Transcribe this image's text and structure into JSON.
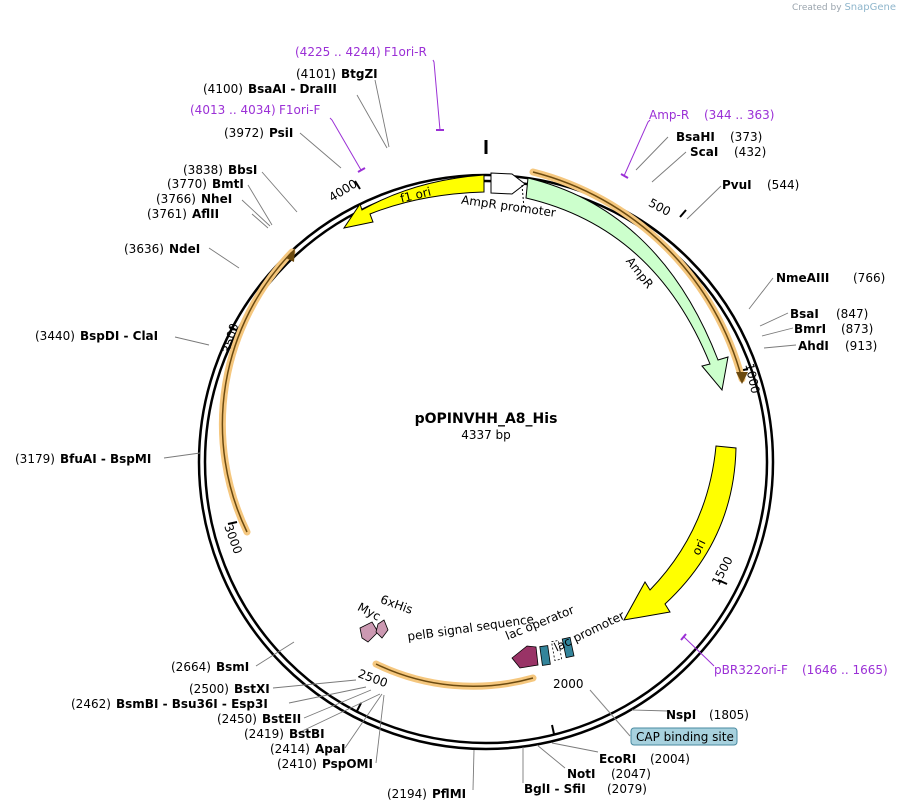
{
  "credit": {
    "prefix": "Created by",
    "brand": "SnapGene"
  },
  "plasmid": {
    "name": "pOPINVHH_A8_His",
    "size_label": "4337 bp"
  },
  "ticks": [
    "500",
    "1000",
    "1500",
    "2000",
    "2500",
    "3000",
    "3500",
    "4000"
  ],
  "enzymes": [
    {
      "name": "BtgZI",
      "pos": "(4101)"
    },
    {
      "name": "BsaAI  -  DraIII",
      "pos": "(4100)"
    },
    {
      "name": "PsiI",
      "pos": "(3972)"
    },
    {
      "name": "BbsI",
      "pos": "(3838)"
    },
    {
      "name": "BmtI",
      "pos": "(3770)"
    },
    {
      "name": "NheI",
      "pos": "(3766)"
    },
    {
      "name": "AflII",
      "pos": "(3761)"
    },
    {
      "name": "NdeI",
      "pos": "(3636)"
    },
    {
      "name": "BspDI  -  ClaI",
      "pos": "(3440)"
    },
    {
      "name": "BfuAI  -  BspMI",
      "pos": "(3179)"
    },
    {
      "name": "BsmI",
      "pos": "(2664)"
    },
    {
      "name": "BstXI",
      "pos": "(2500)"
    },
    {
      "name": "BsmBI  -  Bsu36I  -  Esp3I",
      "pos": "(2462)"
    },
    {
      "name": "BstEII",
      "pos": "(2450)"
    },
    {
      "name": "BstBI",
      "pos": "(2419)"
    },
    {
      "name": "ApaI",
      "pos": "(2414)"
    },
    {
      "name": "PspOMI",
      "pos": "(2410)"
    },
    {
      "name": "PflMI",
      "pos": "(2194)"
    },
    {
      "name": "BglI  -  SfiI",
      "pos": "(2079)"
    },
    {
      "name": "NotI",
      "pos": "(2047)"
    },
    {
      "name": "EcoRI",
      "pos": "(2004)"
    },
    {
      "name": "NspI",
      "pos": "(1805)"
    },
    {
      "name": "BsaHI",
      "pos": "(373)"
    },
    {
      "name": "ScaI",
      "pos": "(432)"
    },
    {
      "name": "PvuI",
      "pos": "(544)"
    },
    {
      "name": "NmeAIII",
      "pos": "(766)"
    },
    {
      "name": "BsaI",
      "pos": "(847)"
    },
    {
      "name": "BmrI",
      "pos": "(873)"
    },
    {
      "name": "AhdI",
      "pos": "(913)"
    }
  ],
  "primers": [
    {
      "name": "F1ori-R",
      "range": "(4225 .. 4244)"
    },
    {
      "name": "F1ori-F",
      "range": "(4013 .. 4034)"
    },
    {
      "name": "Amp-R",
      "range": "(344 .. 363)"
    },
    {
      "name": "pBR322ori-F",
      "range": "(1646 .. 1665)"
    }
  ],
  "features": {
    "f1_ori": "f1 ori",
    "ampr_promoter": "AmpR promoter",
    "ampr": "AmpR",
    "ori": "ori",
    "lac_operator": "lac operator",
    "lac_promoter": "lac promoter",
    "pelb": "pelB signal sequence",
    "myc": "Myc",
    "his": "6xHis",
    "cap_site": "CAP binding site"
  },
  "colors": {
    "backbone": "#000000",
    "f1_ori": "#ffff00",
    "ampr": "#ccffcc",
    "ori": "#ffff00",
    "orf": "#f5c77e",
    "pelb": "#993366",
    "tag": "#cc99b2",
    "lac": "#33849a",
    "primer": "#9b30d6",
    "cap_box": "#a7d1de"
  }
}
